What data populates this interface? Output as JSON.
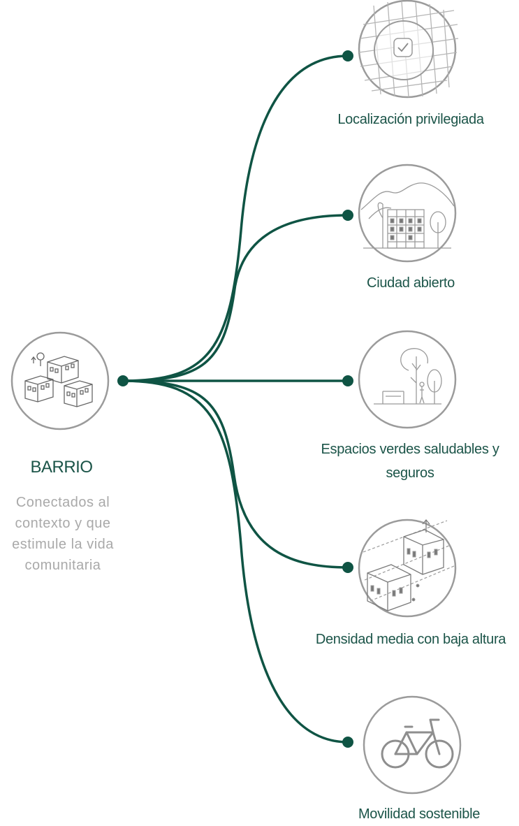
{
  "colors": {
    "accent": "#0f5444",
    "label": "#1b5448",
    "icon_stroke": "#9b9b9b",
    "muted_text": "#a9a9a9"
  },
  "hub": {
    "title": "BARRIO",
    "description": "Conectados al contexto y que estimule la vida comunitaria",
    "icon": "neighborhood-buildings-icon"
  },
  "branches": [
    {
      "label": "Localización privilegiada",
      "icon": "city-grid-location-icon"
    },
    {
      "label": "Ciudad abierto",
      "icon": "open-city-mountains-icon"
    },
    {
      "label": "Espacios verdes saludables y seguros",
      "icon": "green-space-park-icon"
    },
    {
      "label": "Densidad media con baja altura",
      "icon": "medium-density-buildings-icon"
    },
    {
      "label": "Movilidad sostenible",
      "icon": "bicycle-icon"
    }
  ]
}
